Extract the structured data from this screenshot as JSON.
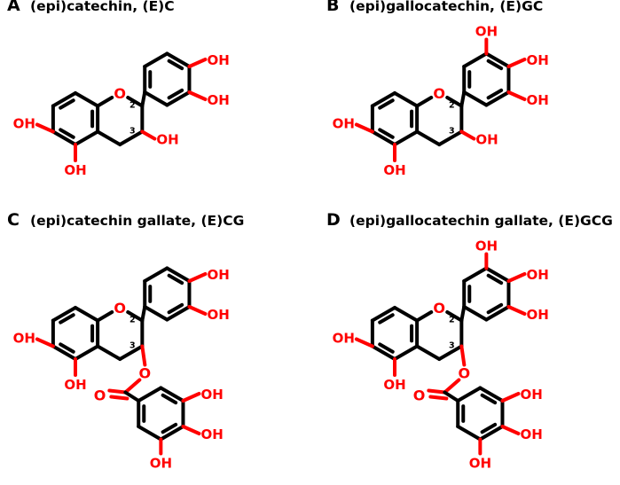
{
  "colors": {
    "bond": "#000000",
    "heteroatom": "#ff0000",
    "background": "#ffffff"
  },
  "panels": [
    {
      "letter": "A",
      "title": "(epi)catechin, (E)C"
    },
    {
      "letter": "B",
      "title": "(epi)gallocatechin, (E)GC"
    },
    {
      "letter": "C",
      "title": "(epi)catechin gallate, (E)CG"
    },
    {
      "letter": "D",
      "title": "(epi)gallocatechin gallate, (E)GCG"
    }
  ],
  "atoms": {
    "hydroxyl": "OH",
    "oxygen": "O",
    "stereo_c2": "2",
    "stereo_c3": "3"
  }
}
